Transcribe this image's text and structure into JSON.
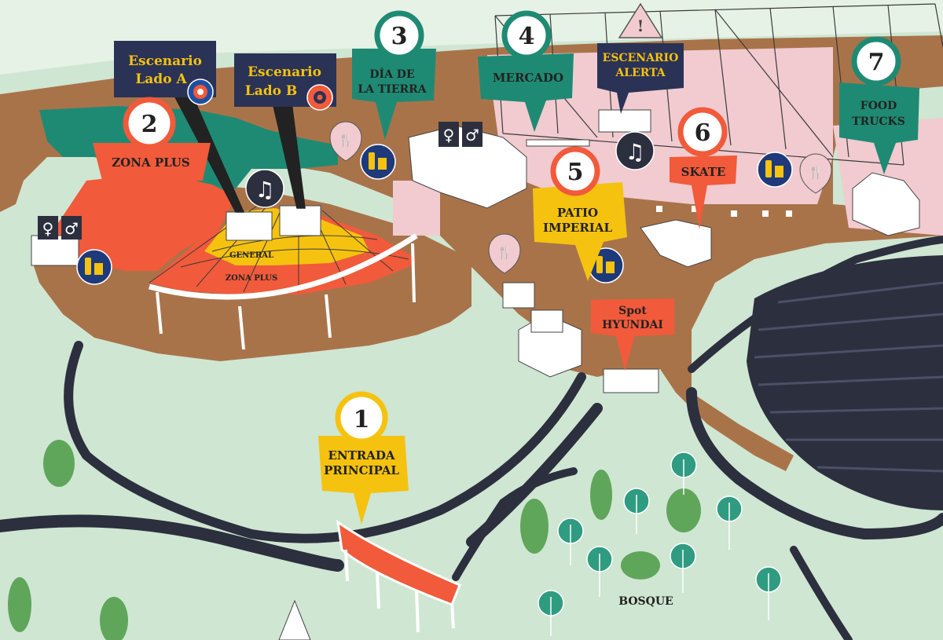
{
  "colors": {
    "grass": "#cfe6d2",
    "grass_light": "#e3f1e4",
    "path": "#a9734a",
    "road": "#2c2f3e",
    "teal": "#1f8a73",
    "orange": "#f15a3a",
    "yellow": "#f5c20f",
    "pink": "#f1cbd0",
    "navy": "#2a3256",
    "cream": "#fbf6e8",
    "dark_green": "#5fa65b"
  },
  "locations": [
    {
      "number": "1",
      "label_lines": [
        "ENTRADA",
        "PRINCIPAL"
      ],
      "color": "yellow"
    },
    {
      "number": "2",
      "label_lines": [
        "ZONA PLUS"
      ],
      "color": "orange"
    },
    {
      "number": "3",
      "label_lines": [
        "DÍA DE",
        "LA TIERRA"
      ],
      "color": "teal"
    },
    {
      "number": "4",
      "label_lines": [
        "MERCADO"
      ],
      "color": "teal"
    },
    {
      "number": "5",
      "label_lines": [
        "PATIO",
        "IMPERIAL"
      ],
      "color": "yellow"
    },
    {
      "number": "6",
      "label_lines": [
        "SKATE"
      ],
      "color": "orange"
    },
    {
      "number": "7",
      "label_lines": [
        "FOOD",
        "TRUCKS"
      ],
      "color": "teal"
    }
  ],
  "stages": [
    {
      "label_lines": [
        "Escenario",
        "Lado A"
      ],
      "color": "navy"
    },
    {
      "label_lines": [
        "Escenario",
        "Lado B"
      ],
      "color": "navy"
    },
    {
      "label_lines": [
        "ESCENARIO",
        "ALERTA"
      ],
      "color": "navy"
    }
  ],
  "spot": {
    "label_lines": [
      "Spot",
      "HYUNDAI"
    ]
  },
  "stage_sections": [
    "GENERAL",
    "ZONA PLUS"
  ],
  "area_labels": [
    "BOSQUE"
  ],
  "icons": [
    "restroom-icon",
    "bar-icon",
    "food-icon",
    "music-icon",
    "warning-icon",
    "target-icon"
  ]
}
